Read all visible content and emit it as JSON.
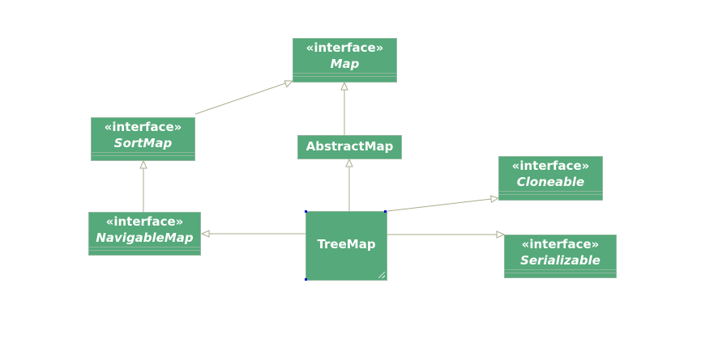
{
  "diagram": {
    "colors": {
      "box_bg": "#55a97a",
      "box_border": "#8db89d",
      "text": "#ffffff",
      "line": "#a8ad8c",
      "selection_handle": "#1010d0"
    },
    "nodes": {
      "map": {
        "stereotype": "«interface»",
        "name": "Map"
      },
      "sortmap": {
        "stereotype": "«interface»",
        "name": "SortMap"
      },
      "abstractmap": {
        "name": "AbstractMap"
      },
      "cloneable": {
        "stereotype": "«interface»",
        "name": "Cloneable"
      },
      "navigablemap": {
        "stereotype": "«interface»",
        "name": "NavigableMap"
      },
      "treemap": {
        "name": "TreeMap",
        "selected": true
      },
      "serializable": {
        "stereotype": "«interface»",
        "name": "Serializable"
      }
    },
    "relations": [
      {
        "from": "SortMap",
        "to": "Map",
        "type": "generalization"
      },
      {
        "from": "AbstractMap",
        "to": "Map",
        "type": "generalization"
      },
      {
        "from": "NavigableMap",
        "to": "SortMap",
        "type": "generalization"
      },
      {
        "from": "TreeMap",
        "to": "AbstractMap",
        "type": "generalization"
      },
      {
        "from": "TreeMap",
        "to": "NavigableMap",
        "type": "realization"
      },
      {
        "from": "TreeMap",
        "to": "Cloneable",
        "type": "realization"
      },
      {
        "from": "TreeMap",
        "to": "Serializable",
        "type": "realization"
      }
    ]
  }
}
